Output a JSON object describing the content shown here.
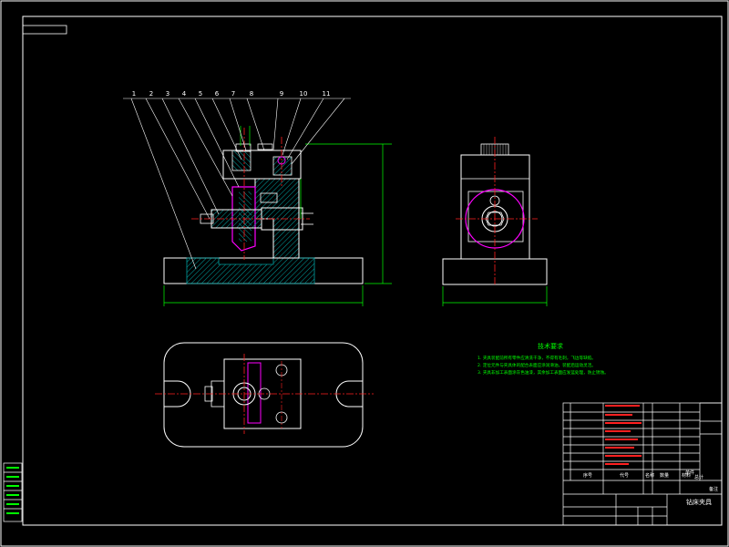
{
  "drawing": {
    "part_callouts": [
      "1",
      "2",
      "3",
      "4",
      "5",
      "6",
      "7",
      "8",
      "9",
      "10",
      "11"
    ],
    "technical_requirements_title": "技术要求",
    "technical_requirements": [
      "1. 夹具装配前所有零件应清洗干净，不得有毛刺，飞边等缺陷。",
      "2. 定位元件与夹具体的配合表面应涂润滑油，装配后运动灵活。",
      "3. 夹具非加工表面涂灰色油漆，其余加工表面应发蓝处理，防止锈蚀。"
    ],
    "title_block": {
      "drawing_name": "钻床夹具",
      "header_cells": [
        "序号",
        "代号",
        "名称",
        "数量",
        "材料",
        "单件",
        "总计",
        "备注"
      ]
    },
    "colors": {
      "outline": "#ffffff",
      "hatch": "#00a0a0",
      "centerline": "#ff2020",
      "dimension": "#00ff00",
      "part": "#ff00ff",
      "text": "#ffffff",
      "notes": "#00ff00"
    }
  }
}
